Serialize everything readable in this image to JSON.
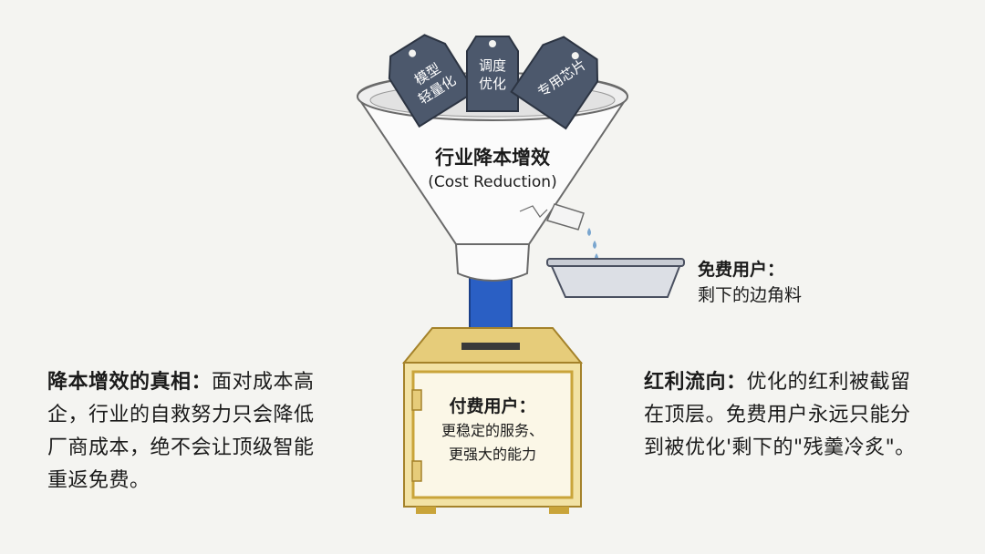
{
  "funnel": {
    "title": "行业降本增效",
    "subtitle": "(Cost Reduction)"
  },
  "tags": [
    {
      "line1": "模型",
      "line2": "轻量化"
    },
    {
      "line1": "调度",
      "line2": "优化"
    },
    {
      "line1": "专用芯片",
      "line2": ""
    }
  ],
  "free_user": {
    "title": "免费用户：",
    "desc": "剩下的边角料"
  },
  "paid_user": {
    "title": "付费用户：",
    "desc_line1": "更稳定的服务、",
    "desc_line2": "更强大的能力"
  },
  "left_note": {
    "title": "降本增效的真相：",
    "body_line1": "面对成本高",
    "body_line2": "企，行业的自救努力只会降低",
    "body_line3": "厂商成本，绝不会让顶级智能",
    "body_line4": "重返免费。"
  },
  "right_note": {
    "title": "红利流向：",
    "body_line1": "优化的红利被截留",
    "body_line2": "在顶层。免费用户永远只能分",
    "body_line3": "到被优化'剩下的\"残羹冷炙\"。"
  },
  "colors": {
    "tag": "#4c586c",
    "funnel_stroke": "#6a6a6a",
    "blue_pipe": "#2a5fc4",
    "safe_gold": "#c9a43a",
    "safe_face": "#fbf7e7",
    "basin": "#dcdfe5"
  }
}
